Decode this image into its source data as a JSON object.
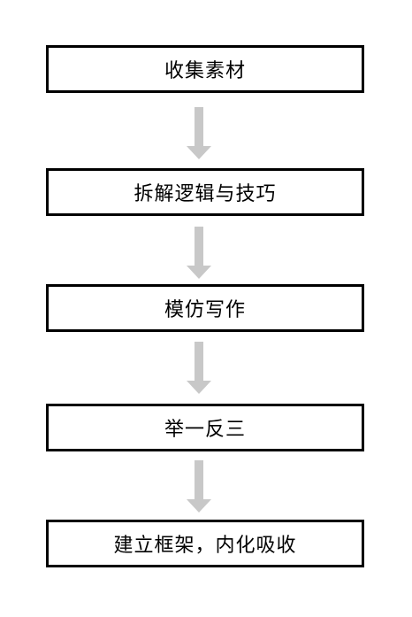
{
  "flowchart": {
    "steps": [
      {
        "label": "收集素材"
      },
      {
        "label": "拆解逻辑与技巧"
      },
      {
        "label": "模仿写作"
      },
      {
        "label": "举一反三"
      },
      {
        "label": "建立框架，内化吸收"
      }
    ],
    "arrow_color": "#c8c8c8",
    "box_border_color": "#000000"
  }
}
